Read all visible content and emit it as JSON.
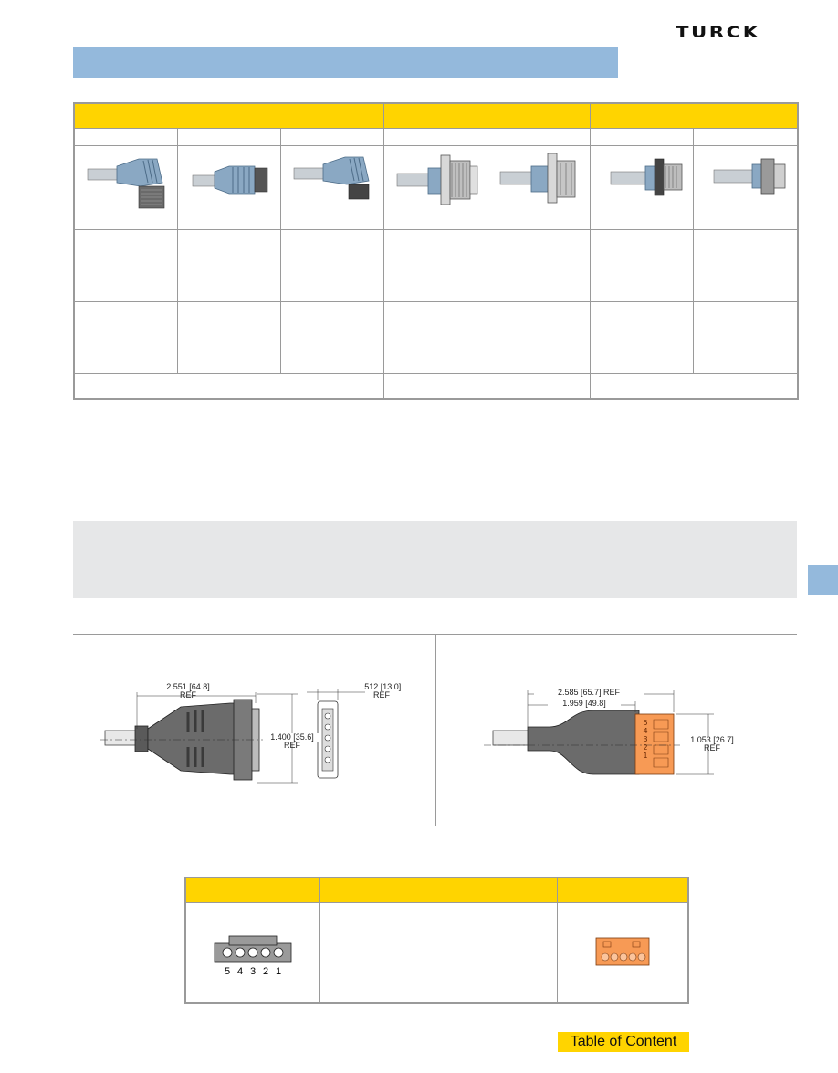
{
  "brand": {
    "logo_text": "TURCK"
  },
  "drawings": {
    "left": {
      "length_dim": "2.551 [64.8]",
      "length_ref": "REF",
      "height_dim": "1.400 [35.6]",
      "height_ref": "REF",
      "depth_dim": ".512 [13.0]",
      "depth_ref": "REF"
    },
    "right": {
      "length_dim": "2.585 [65.7] REF",
      "inner_dim": "1.959 [49.8]",
      "height_dim": "1.053 [26.7]",
      "height_ref": "REF",
      "pin_marks": [
        "5",
        "4",
        "3",
        "2",
        "1"
      ]
    }
  },
  "pinout": {
    "pin_numbers": [
      "5",
      "4",
      "3",
      "2",
      "1"
    ]
  },
  "footer": {
    "toc_label": "Table of Content"
  },
  "colors": {
    "accent_yellow": "#ffd400",
    "title_blue": "#94b9dc",
    "band_gray": "#e6e7e8",
    "plug_orange": "#f79a55"
  }
}
